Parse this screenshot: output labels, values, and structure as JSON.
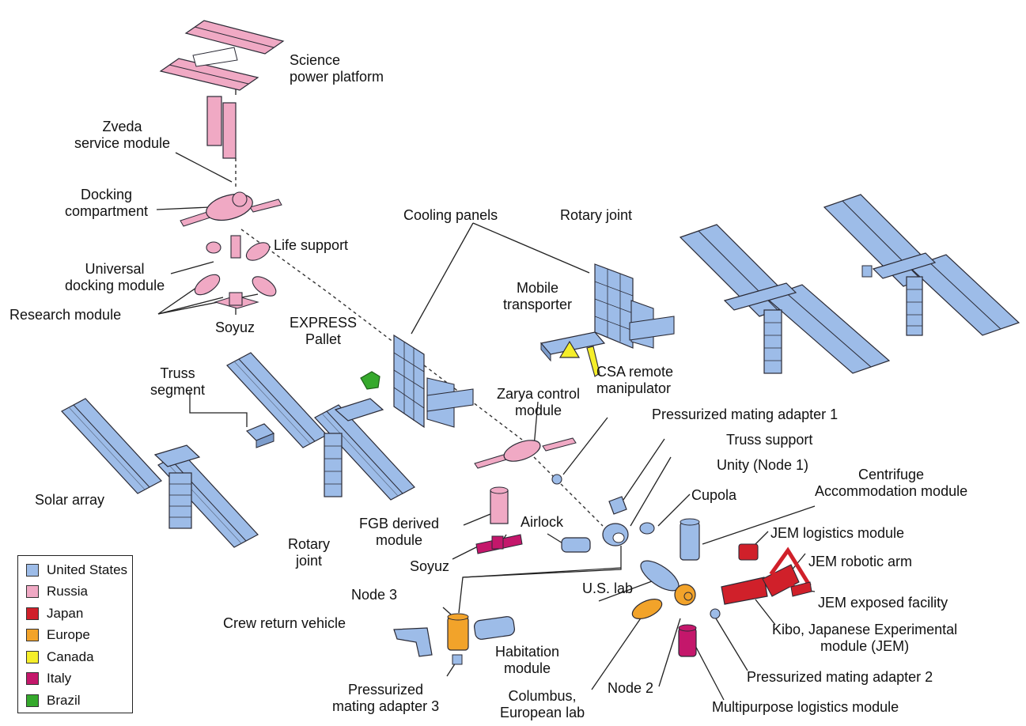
{
  "labels": {
    "science_power_platform": "Science\npower platform",
    "zvezda": "Zveda\nservice module",
    "docking_compartment": "Docking\ncompartment",
    "life_support": "Life support",
    "universal_docking_module": "Universal\ndocking module",
    "research_module": "Research module",
    "soyuz_top": "Soyuz",
    "cooling_panels": "Cooling panels",
    "rotary_joint_top": "Rotary joint",
    "mobile_transporter": "Mobile\ntransporter",
    "express_pallet": "EXPRESS\nPallet",
    "truss_segment": "Truss\nsegment",
    "csa_manipulator": "CSA remote\nmanipulator",
    "zarya": "Zarya control\nmodule",
    "pma1": "Pressurized mating adapter 1",
    "truss_support": "Truss support",
    "unity": "Unity (Node 1)",
    "centrifuge": "Centrifuge\nAccommodation module",
    "cupola": "Cupola",
    "solar_array": "Solar array",
    "fgb_module": "FGB derived\nmodule",
    "airlock": "Airlock",
    "rotary_joint_bottom": "Rotary\njoint",
    "jem_logistics": "JEM logistics module",
    "jem_arm": "JEM robotic arm",
    "soyuz_bottom": "Soyuz",
    "node3": "Node 3",
    "us_lab": "U.S. lab",
    "jem_exposed": "JEM exposed facility",
    "crew_return": "Crew return vehicle",
    "kibo": "Kibo, Japanese Experimental\nmodule (JEM)",
    "habitation": "Habitation\nmodule",
    "pma2": "Pressurized mating adapter 2",
    "pma3": "Pressurized\nmating adapter 3",
    "node2": "Node 2",
    "columbus": "Columbus,\nEuropean lab",
    "mplm": "Multipurpose logistics module"
  },
  "legend": [
    {
      "label": "United States",
      "color": "#9dbce8"
    },
    {
      "label": "Russia",
      "color": "#f0a9c4"
    },
    {
      "label": "Japan",
      "color": "#d0202a"
    },
    {
      "label": "Europe",
      "color": "#f2a32a"
    },
    {
      "label": "Canada",
      "color": "#f5ee2a"
    },
    {
      "label": "Italy",
      "color": "#c4176b"
    },
    {
      "label": "Brazil",
      "color": "#35a92c"
    }
  ],
  "colors": {
    "united_states": "#9dbce8",
    "russia": "#f0a9c4",
    "japan": "#d0202a",
    "europe": "#f2a32a",
    "canada": "#f5ee2a",
    "italy": "#c4176b",
    "brazil": "#35a92c",
    "outline": "#2a2a35"
  }
}
